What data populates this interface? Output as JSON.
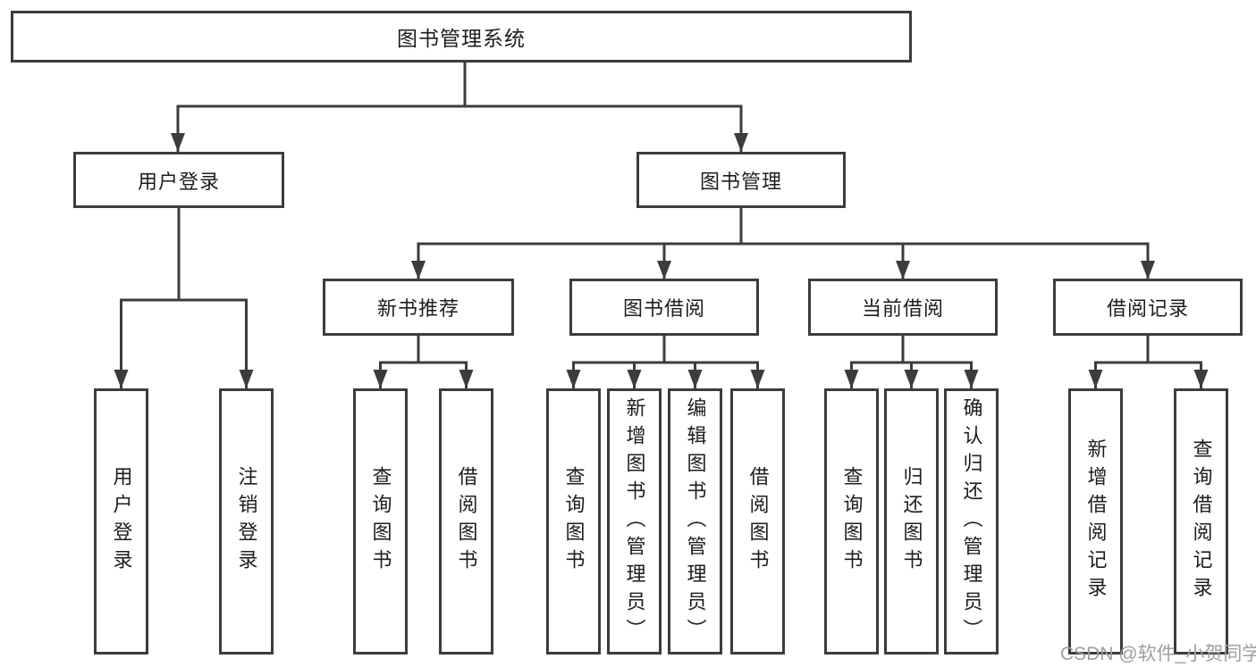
{
  "root": {
    "label": "图书管理系统"
  },
  "branches": [
    {
      "label": "用户登录"
    },
    {
      "label": "图书管理"
    }
  ],
  "modules": [
    {
      "label": "新书推荐",
      "parent": "图书管理"
    },
    {
      "label": "图书借阅",
      "parent": "图书管理"
    },
    {
      "label": "当前借阅",
      "parent": "图书管理"
    },
    {
      "label": "借阅记录",
      "parent": "图书管理"
    }
  ],
  "leaves": [
    {
      "label": "用户登录",
      "parent": "用户登录"
    },
    {
      "label": "注销登录",
      "parent": "用户登录"
    },
    {
      "label": "查询图书",
      "parent": "新书推荐"
    },
    {
      "label": "借阅图书",
      "parent": "新书推荐"
    },
    {
      "label": "查询图书",
      "parent": "图书借阅"
    },
    {
      "label": "新增图书（管理员）",
      "parent": "图书借阅"
    },
    {
      "label": "编辑图书（管理员）",
      "parent": "图书借阅"
    },
    {
      "label": "借阅图书",
      "parent": "图书借阅"
    },
    {
      "label": "查询图书",
      "parent": "当前借阅"
    },
    {
      "label": "归还图书",
      "parent": "当前借阅"
    },
    {
      "label": "确认归还（管理员）",
      "parent": "当前借阅"
    },
    {
      "label": "新增借阅记录",
      "parent": "借阅记录"
    },
    {
      "label": "查询借阅记录",
      "parent": "借阅记录"
    }
  ],
  "watermark": {
    "text": "CSDN @软件_小贺同学"
  },
  "colors": {
    "line": "#3c3c3c",
    "text": "#1d1d1d",
    "watermark": "#9e9e9e",
    "background": "#ffffff"
  }
}
